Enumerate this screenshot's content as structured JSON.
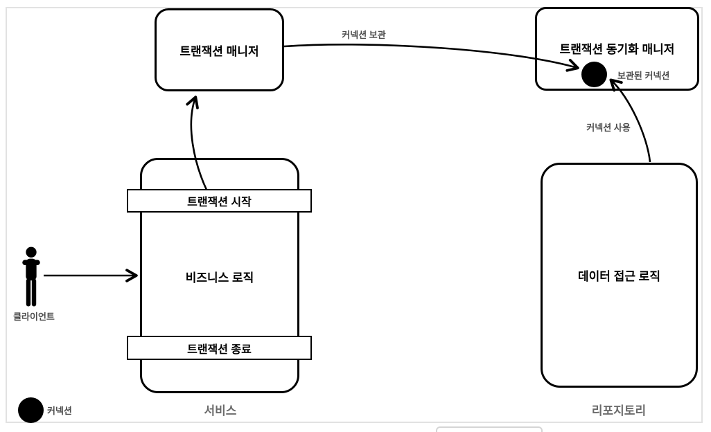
{
  "diagram": {
    "nodes": {
      "transaction_manager": {
        "label": "트랜잭션 매니저"
      },
      "transaction_sync_manager": {
        "label": "트랜잭션 동기화 매니저",
        "stored_connection_label": "보관된 커넥션"
      },
      "service": {
        "label": "서비스",
        "steps": {
          "start": "트랜잭션 시작",
          "body": "비즈니스 로직",
          "end": "트랜잭션 종료"
        }
      },
      "repository": {
        "label": "리포지토리",
        "body": "데이터 접근 로직"
      },
      "client": {
        "label": "클라이언트"
      }
    },
    "edges": {
      "store_connection": {
        "label": "커넥션 보관"
      },
      "use_connection": {
        "label": "커넥션 사용"
      }
    },
    "legend": {
      "connection": {
        "label": "커넥션"
      }
    },
    "colors": {
      "node_stroke": "#000000",
      "edge_stroke": "#000000",
      "container_label_gray": "#6b6b6b",
      "edge_label_gray": "#4d4d4d",
      "canvas_border": "#e2e2e2"
    }
  }
}
